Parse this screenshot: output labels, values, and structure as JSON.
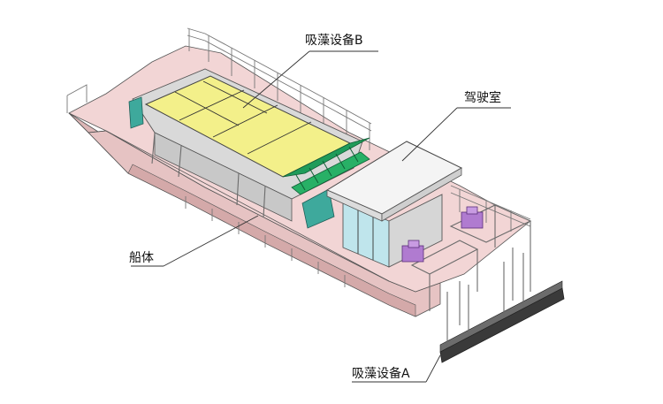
{
  "labels": {
    "suction_b": "吸藻设备B",
    "cabin": "驾驶室",
    "hull": "船体",
    "suction_a": "吸藻设备A"
  },
  "colors": {
    "hull_side": "#e6c3c3",
    "deck": "#f2d5d5",
    "panel_yellow": "#f3f08a",
    "conveyor_green": "#1f9c5a",
    "cabin_glass": "#bfe5ec",
    "cabin_roof": "#f4f4f4",
    "pump_purple": "#b07bd0",
    "outline": "#555555"
  }
}
